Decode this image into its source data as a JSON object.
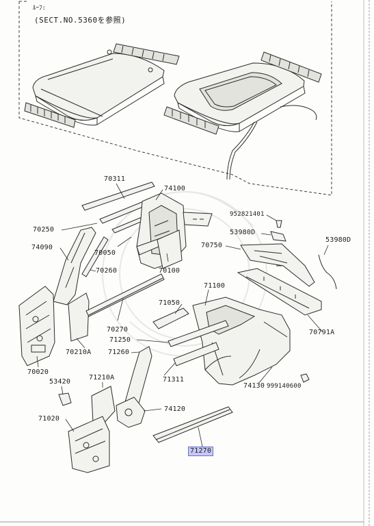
{
  "header": {
    "roof_title": "ﾙｰﾌ:",
    "roof_reference": "(SECT.NO.5360を参照)"
  },
  "parts": [
    {
      "id": "p70311",
      "number": "70311"
    },
    {
      "id": "p74100",
      "number": "74100"
    },
    {
      "id": "p952",
      "number": "952821401"
    },
    {
      "id": "p539a",
      "number": "53980D"
    },
    {
      "id": "p539b",
      "number": "53980D"
    },
    {
      "id": "p70250",
      "number": "70250"
    },
    {
      "id": "p74090",
      "number": "74090"
    },
    {
      "id": "p70050",
      "number": "70050"
    },
    {
      "id": "p70750",
      "number": "70750"
    },
    {
      "id": "p70260",
      "number": "70260"
    },
    {
      "id": "p70100",
      "number": "70100"
    },
    {
      "id": "p71100",
      "number": "71100"
    },
    {
      "id": "p71050",
      "number": "71050"
    },
    {
      "id": "p70270",
      "number": "70270"
    },
    {
      "id": "p70791",
      "number": "70791A"
    },
    {
      "id": "p71250",
      "number": "71250"
    },
    {
      "id": "p70210",
      "number": "70210A"
    },
    {
      "id": "p71260",
      "number": "71260"
    },
    {
      "id": "p70020",
      "number": "70020"
    },
    {
      "id": "p71311",
      "number": "71311"
    },
    {
      "id": "p71210",
      "number": "71210A"
    },
    {
      "id": "p74130",
      "number": "74130"
    },
    {
      "id": "p999",
      "number": "999140600"
    },
    {
      "id": "p53420",
      "number": "53420"
    },
    {
      "id": "p74120",
      "number": "74120"
    },
    {
      "id": "p71020",
      "number": "71020"
    },
    {
      "id": "p71270",
      "number": "71270",
      "highlighted": true
    }
  ],
  "highlight_color": "#c7c9f4"
}
